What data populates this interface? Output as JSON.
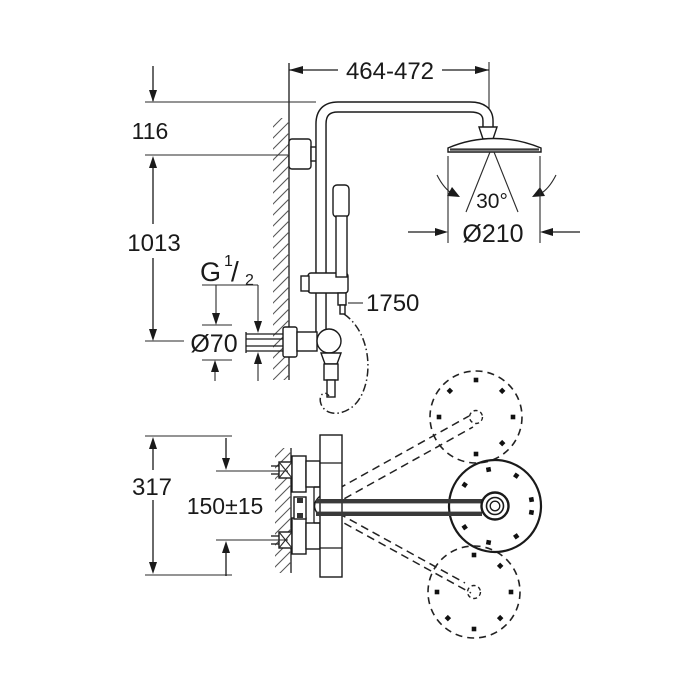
{
  "diagram": {
    "side_view": {
      "width_range": "464-472",
      "head_drop": "116",
      "riser_height": "1013",
      "thread": {
        "letter": "G",
        "numerator": "1",
        "slash": "/",
        "denominator": "2"
      },
      "escutcheon_diameter": "Ø70",
      "hose_length": "1750",
      "spray_angle": "30°",
      "head_diameter": "Ø210"
    },
    "top_view": {
      "overall_depth": "317",
      "inlet_spacing": "150±15"
    },
    "colors": {
      "line": "#1a1a1a",
      "background": "#ffffff"
    }
  }
}
